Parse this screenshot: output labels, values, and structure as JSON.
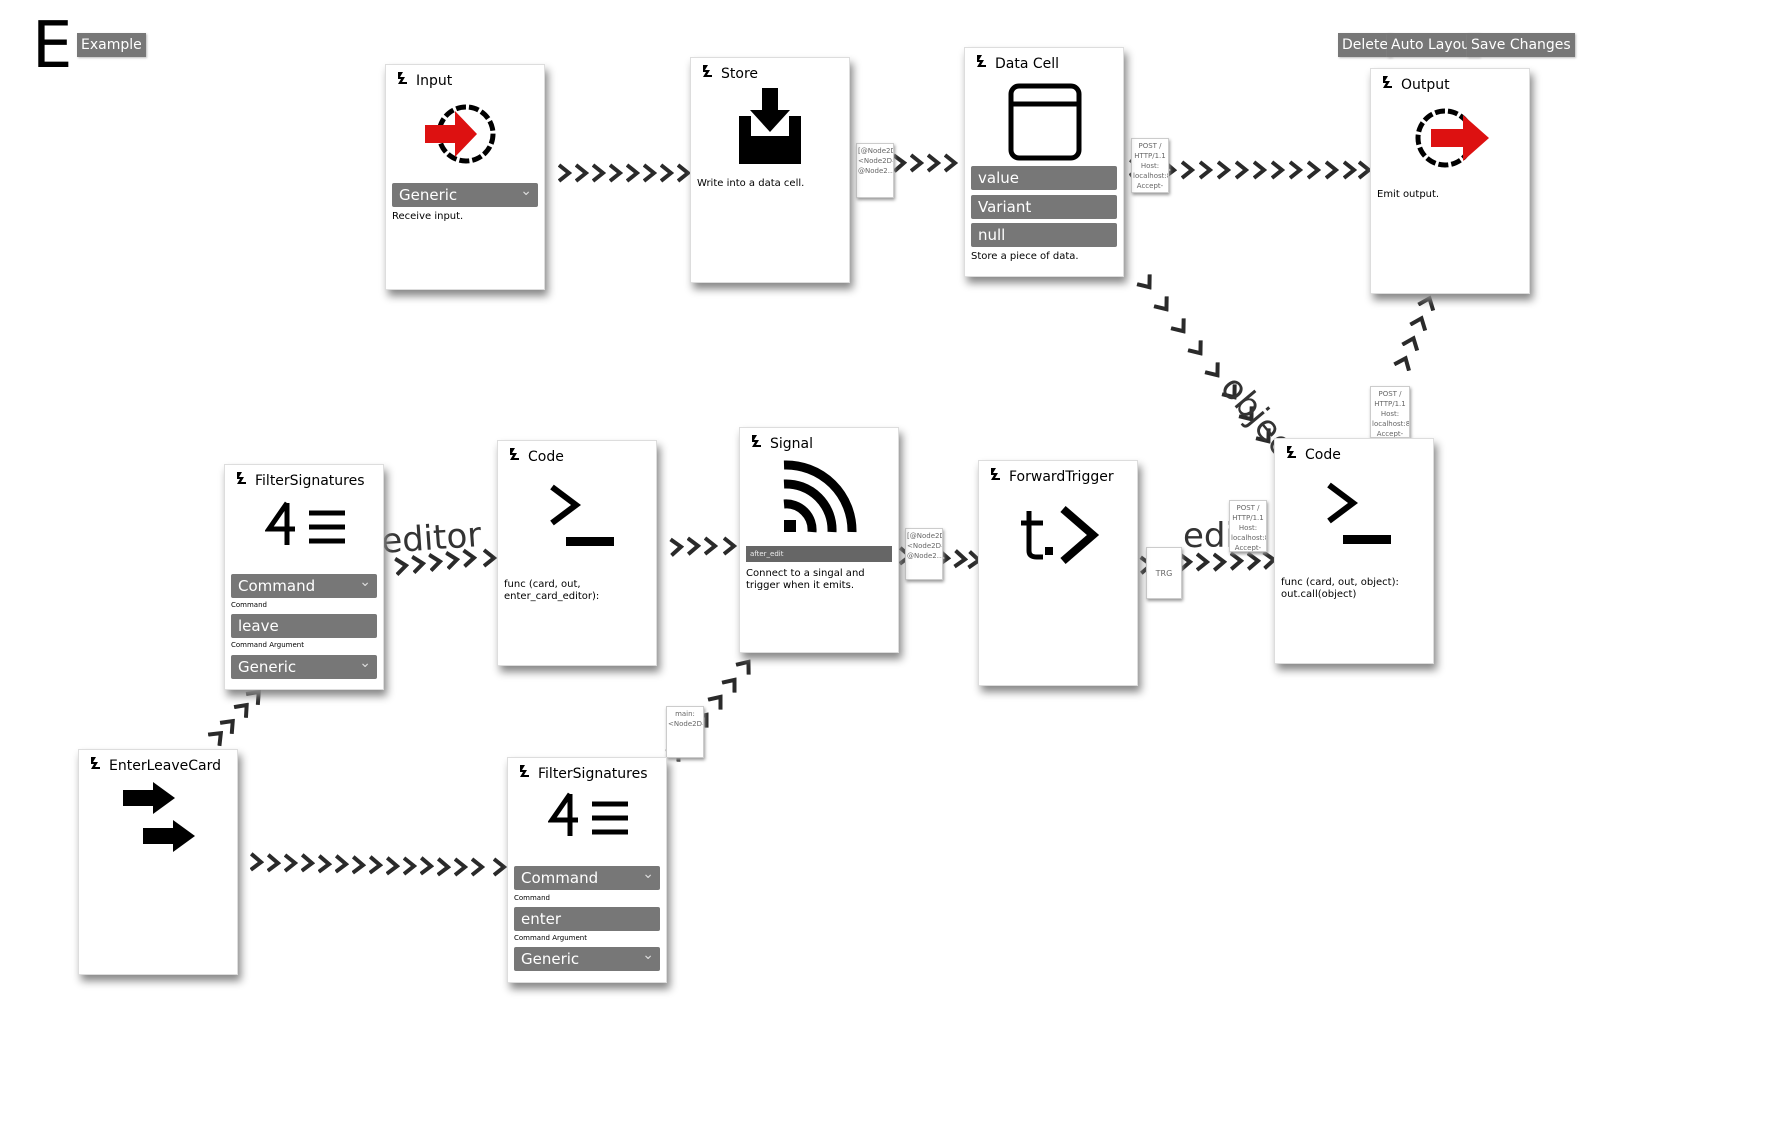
{
  "app": {
    "logo": "E",
    "example_label": "Example"
  },
  "toolbar": {
    "delete": "Delete",
    "auto_layout": "Auto Layout",
    "save": "Save Changes"
  },
  "nodes": {
    "input": {
      "title": "Input",
      "select": "Generic",
      "desc": "Receive input.",
      "icon": "input-icon"
    },
    "store": {
      "title": "Store",
      "desc": "Write into a data cell.",
      "icon": "download-tray-icon"
    },
    "datacell": {
      "title": "Data Cell",
      "field1": "value",
      "field2": "Variant",
      "field3": "null",
      "desc": "Store a piece of data.",
      "icon": "data-cell-icon"
    },
    "output": {
      "title": "Output",
      "desc": "Emit output.",
      "icon": "output-icon"
    },
    "filter1": {
      "title": "FilterSignatures",
      "select": "Command",
      "select_label": "Command",
      "arg": "leave",
      "arg_label": "Command Argument",
      "type": "Generic",
      "icon": "filter-icon"
    },
    "code1": {
      "title": "Code",
      "desc": "func (card, out, enter_card_editor):",
      "icon": "terminal-icon"
    },
    "signal": {
      "title": "Signal",
      "slot": "after_edit",
      "desc": "Connect to a singal and trigger when it emits.",
      "icon": "signal-icon"
    },
    "forward": {
      "title": "ForwardTrigger",
      "icon": "forward-trigger-icon"
    },
    "code2": {
      "title": "Code",
      "desc": "func (card, out, object): out.call(object)",
      "icon": "terminal-icon"
    },
    "enterleave": {
      "title": "EnterLeaveCard",
      "icon": "enter-leave-icon"
    },
    "filter2": {
      "title": "FilterSignatures",
      "select": "Command",
      "select_label": "Command",
      "arg": "enter",
      "arg_label": "Command Argument",
      "type": "Generic",
      "icon": "filter-icon"
    }
  },
  "edge_labels": {
    "store_datacell": "[@Node2D@2747:<Node2D#35552600001>, @Node2...",
    "datacell_output": "POST / HTTP/1.1 Host: localhost:8080 Accept-E...",
    "signal_forward": "[@Node2D@2747:<Node2D#35552600001>, @Node2...",
    "code2_output": "POST / HTTP/1.1 Host: localhost:8080 Accept-E...",
    "forward_code2_box": "POST / HTTP/1.1 Host: localhost:8080 Accept-E...",
    "trg": "TRG",
    "filter2_signal": "main:<Node2D#49224353125>",
    "editor_text": "editor",
    "object_text": "object",
    "edit_text": "edit"
  },
  "colors": {
    "button_bg": "#777777",
    "accent_red": "#dd1111",
    "card_border": "#dddddd"
  }
}
